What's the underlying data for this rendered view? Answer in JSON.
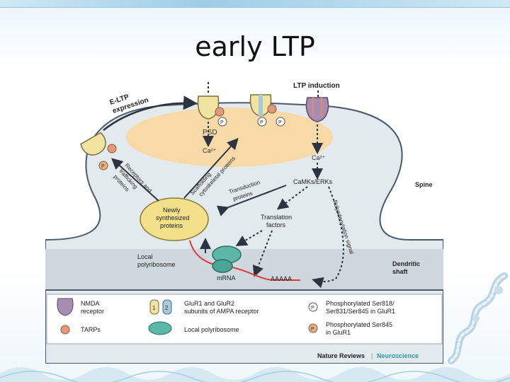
{
  "slide": {
    "title": "early LTP"
  },
  "figure": {
    "labels": {
      "ltp_induction": "LTP induction",
      "eltp_expression_1": "E-LTP",
      "eltp_expression_2": "expression",
      "psd": "PSD",
      "ca_left": "Ca²⁺",
      "ca_right": "Ca²⁺",
      "spine": "Spine",
      "camks": "CaMKs/ERKs",
      "scaffolding_1": "Scaffolding",
      "scaffolding_2": "cytoskeletal proteins",
      "receptors_1": "Receptors and",
      "receptors_2": "trafficking",
      "receptors_3": "proteins",
      "transduction_1": "Transduction",
      "transduction_2": "proteins",
      "newly_1": "Newly",
      "newly_2": "synthesized",
      "newly_3": "proteins",
      "translation_1": "Translation",
      "translation_2": "factors",
      "polyadenylation": "Polyadenylation signal",
      "local_1": "Local",
      "local_2": "polyribosome",
      "mrna": "mRNA",
      "aaaaa": "AAAAA",
      "dendritic_1": "Dendritic",
      "dendritic_2": "shaft",
      "p": "P"
    },
    "legend": {
      "nmda_1": "NMDA",
      "nmda_2": "receptor",
      "tarps": "TARPs",
      "glur_1": "GluR1 and GluR2",
      "glur_2": "subunits of AMPA receptor",
      "num_1": "1",
      "num_2": "2",
      "polyribosome": "Local polyribosome",
      "phos_1a": "Phosphorylated Ser818/",
      "phos_1b": "Ser831/Ser845 in GluR1",
      "phos_2a": "Phosphorylated Ser845",
      "phos_2b": "in GluR1"
    },
    "credit": {
      "journal": "Nature Reviews",
      "separator": "|",
      "section": "Neuroscience"
    }
  },
  "colors": {
    "psd": "#f8d9a8",
    "spine": "#dfe7ec",
    "shaft": "#d0d8de",
    "nmda": "#a78db1",
    "glur1": "#f0e4a0",
    "glur2": "#a9c8dc",
    "tarp": "#e19a78",
    "ribosome": "#5db7a7",
    "newly": "#f2e08a",
    "mrna": "#e03a3a",
    "credit_accent": "#2a9db5"
  }
}
